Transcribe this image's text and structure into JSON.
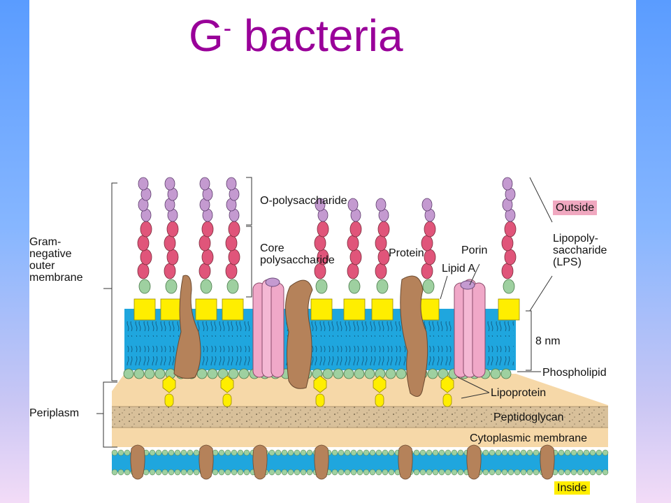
{
  "title": {
    "main": "G",
    "superscript": "-",
    "rest": " bacteria"
  },
  "labels": {
    "o_polysaccharide": "O-polysaccharide",
    "outside": "Outside",
    "core_polysaccharide": "Core\npolysaccharide",
    "protein": "Protein",
    "porin": "Porin",
    "lipid_a": "Lipid A",
    "lps": "Lipopoly-\nsaccharide\n(LPS)",
    "gram_negative_outer_membrane": "Gram-\nnegative\nouter\nmembrane",
    "thickness": "8 nm",
    "phospholipid": "Phospholipid",
    "lipoprotein": "Lipoprotein",
    "periplasm": "Periplasm",
    "peptidoglycan": "Peptidoglycan",
    "cytoplasmic_membrane": "Cytoplasmic membrane",
    "inside": "Inside"
  },
  "colors": {
    "title": "#990099",
    "sugar_purple": "#c49ad0",
    "sugar_red": "#e0557a",
    "sugar_green": "#9ed0a0",
    "lipid_yellow": "#ffee00",
    "membrane_blue": "#1fa6de",
    "protein_brown": "#b5825a",
    "porin_pink": "#f0a8c8",
    "periplasm_tan": "#f6d8a8",
    "peptidoglycan": "#d8c09a",
    "outside_badge": "#f0a8c0",
    "inside_badge": "#ffee00"
  }
}
